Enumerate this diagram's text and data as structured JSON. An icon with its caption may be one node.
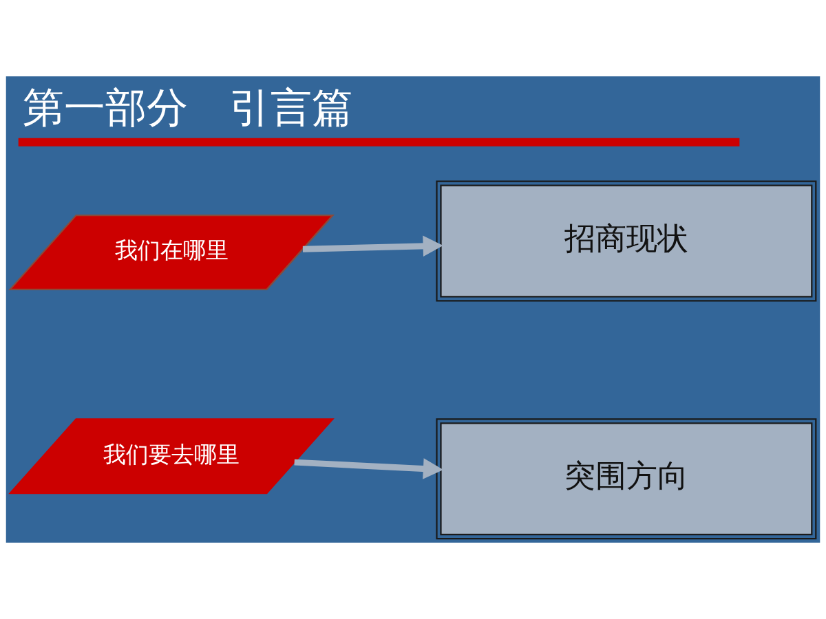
{
  "diagram": {
    "title": "第一部分　引言篇",
    "nodes": [
      {
        "text": [
          "我们在哪里"
        ]
      },
      {
        "text": [
          "招商现状"
        ]
      },
      {
        "text": [
          "我们要去哪里"
        ]
      },
      {
        "text": [
          "突围方向"
        ]
      }
    ],
    "edges": [
      {
        "from": 0,
        "to": 1,
        "arrow": "to"
      },
      {
        "from": 2,
        "to": 3,
        "arrow": "to"
      }
    ]
  }
}
